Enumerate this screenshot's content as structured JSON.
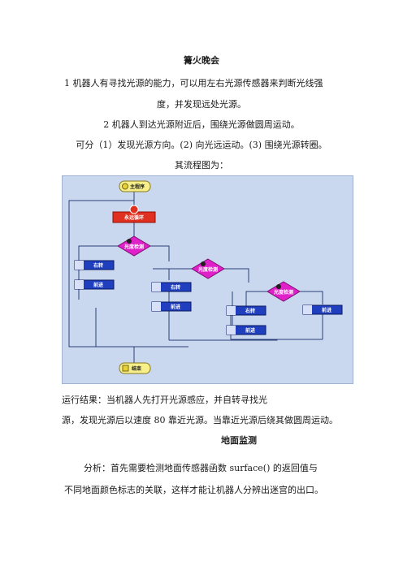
{
  "heading_1": "篝火晚会",
  "para_1_line_1": "1 机器人有寻找光源的能力，可以用左右光源传感器来判断光线强",
  "para_1_line_2": "度，并发现远处光源。",
  "para_2": "2 机器人到达光源附近后，围绕光源做圆周运动。",
  "para_3": "可分（1）发现光源方向。(2) 向光远运动。(3) 围绕光源转圈。",
  "para_4": "其流程图为：",
  "flowchart": {
    "start": "主程序",
    "loop": "永远循环",
    "decision_1": "光度检测",
    "decision_2": "光度检测",
    "decision_3": "光度检测",
    "turn_right_1": "右转",
    "forward_1": "前进",
    "turn_right_2": "右转",
    "forward_2": "前进",
    "turn_right_3": "右转",
    "forward_3": "前进",
    "forward_4": "前进",
    "end": "结束",
    "colors": {
      "background": "#c9d8ee",
      "process": "#1f3fbf",
      "decision": "#e020c8",
      "loop": "#e03020",
      "line": "#2a3f7a"
    }
  },
  "result_line_1": "运行结果：当机器人先打开光源感应，并自转寻找光",
  "result_line_2": "源，发现光源后以速度 80 靠近光源。当靠近光源后绕其做圆周运动。",
  "heading_2": "地面监测",
  "analysis_line_1": "分析：首先需要检测地面传感器函数 surface() 的返回值与",
  "analysis_line_2": "不同地面颜色标志的关联，这样才能让机器人分辨出迷宫的出口。"
}
